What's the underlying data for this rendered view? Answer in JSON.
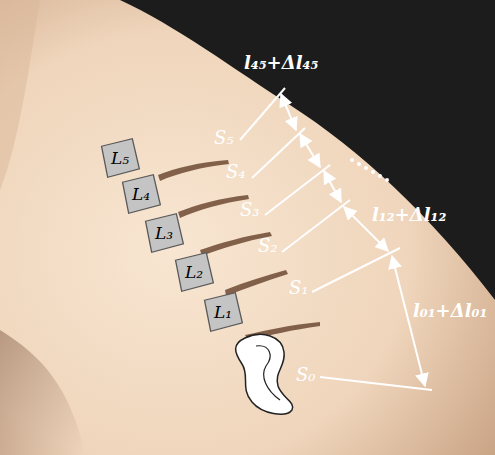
{
  "diagram": {
    "nodes": [
      {
        "text": [
          "L₅"
        ]
      },
      {
        "text": [
          "L₄"
        ]
      },
      {
        "text": [
          "L₃"
        ]
      },
      {
        "text": [
          "L₂"
        ]
      },
      {
        "text": [
          "L₁"
        ]
      }
    ],
    "labels": [
      "S₅",
      "l₄₅+Δl₄₅",
      "S₄",
      "S₃",
      "S₂",
      "l₁₂+Δl₁₂",
      "S₁",
      "l₀₁+Δl₀₁",
      "S₀"
    ]
  }
}
